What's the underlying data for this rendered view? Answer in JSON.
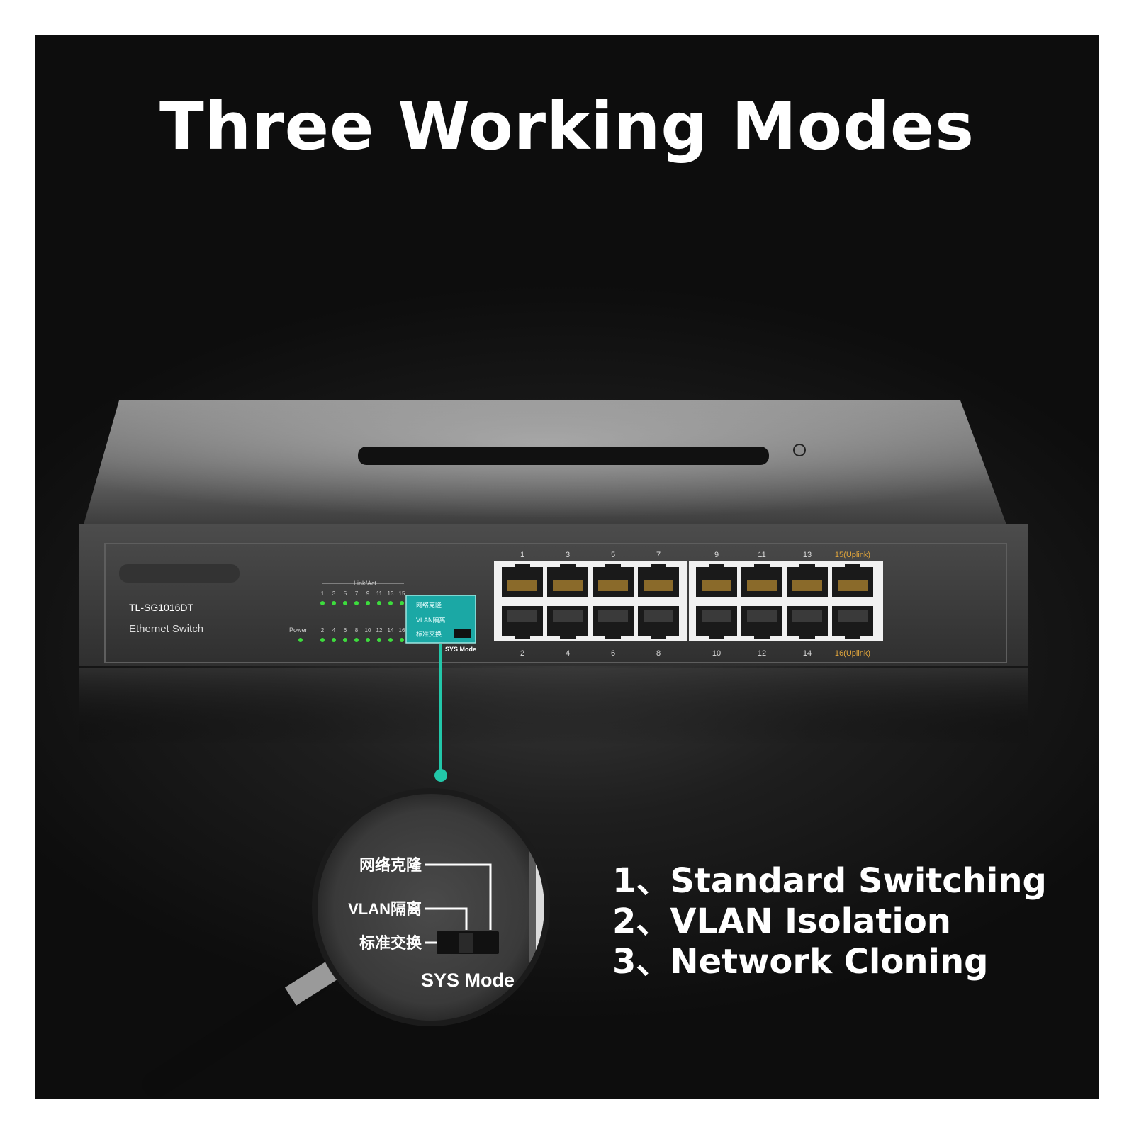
{
  "title": "Three Working Modes",
  "device": {
    "model": "TL-SG1016DT",
    "type": "Ethernet Switch",
    "link_act_label": "Link/Act",
    "power_label": "Power",
    "led_top_numbers": [
      "1",
      "3",
      "5",
      "7",
      "9",
      "11",
      "13",
      "15"
    ],
    "led_bottom_numbers": [
      "2",
      "4",
      "6",
      "8",
      "10",
      "12",
      "14",
      "16"
    ],
    "port_top_labels": [
      "1",
      "3",
      "5",
      "7",
      "9",
      "11",
      "13",
      "15(Uplink)"
    ],
    "port_bottom_labels": [
      "2",
      "4",
      "6",
      "8",
      "10",
      "12",
      "14",
      "16(Uplink)"
    ],
    "switch_options": [
      "网络克隆",
      "VLAN隔离",
      "标准交换"
    ],
    "sys_mode_label": "SYS Mode"
  },
  "zoom": {
    "options": [
      "网络克隆",
      "VLAN隔离",
      "标准交换"
    ],
    "sys_mode_label": "SYS Mode"
  },
  "modes": [
    "1、Standard Switching",
    "2、VLAN Isolation",
    "3、Network Cloning"
  ],
  "colors": {
    "accent": "#22c7a9",
    "uplink_label": "#e0a53c",
    "led": "#3ddc3d",
    "text": "#ffffff"
  }
}
